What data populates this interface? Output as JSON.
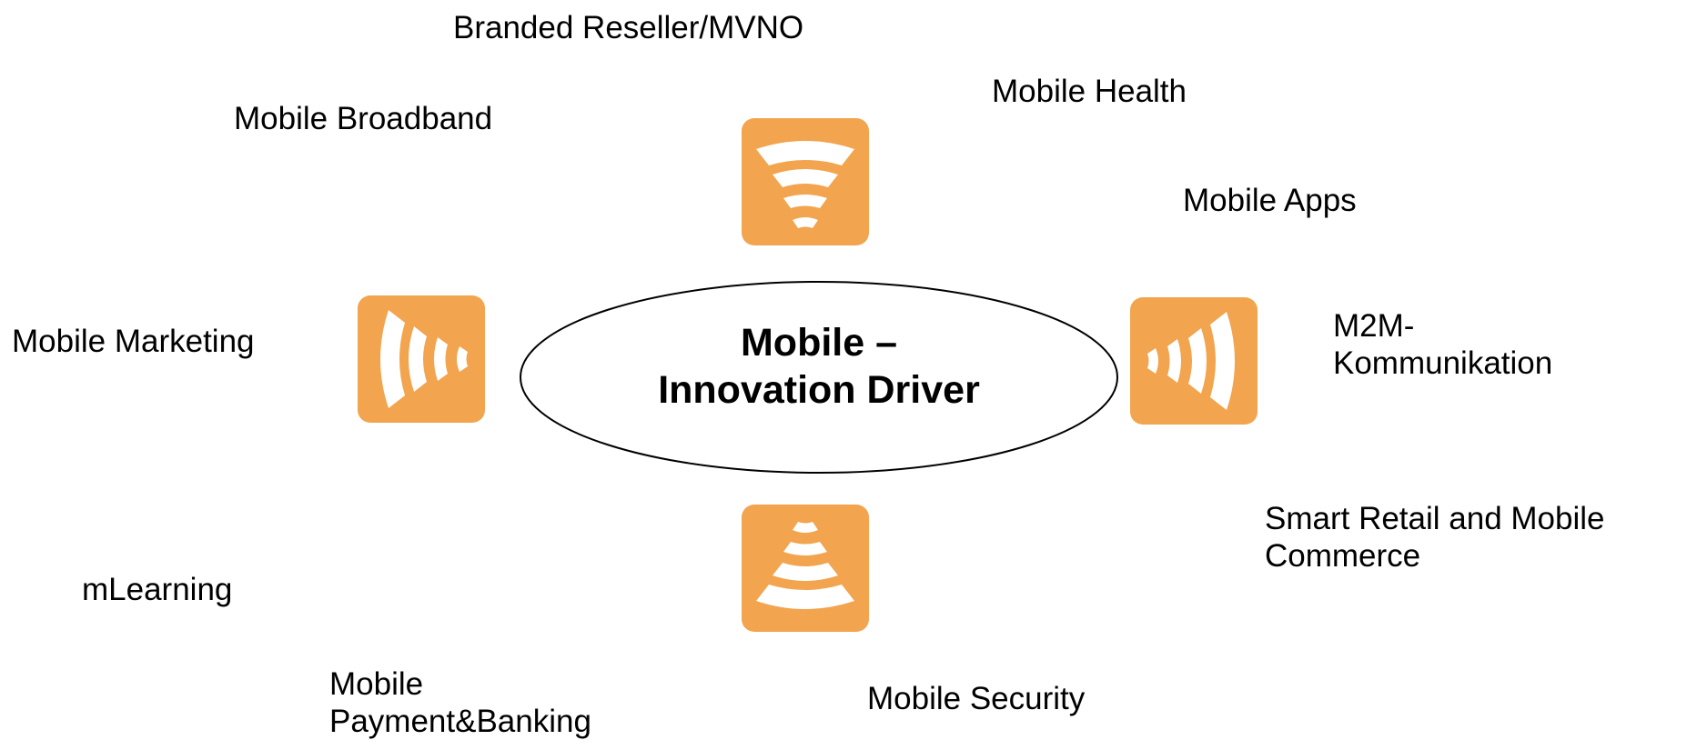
{
  "center": {
    "line1": "Mobile –",
    "line2": "Innovation Driver"
  },
  "topics": {
    "branded_reseller": "Branded Reseller/MVNO",
    "mobile_health": "Mobile Health",
    "mobile_broadband": "Mobile Broadband",
    "mobile_apps": "Mobile Apps",
    "mobile_marketing": "Mobile Marketing",
    "m2m_line1": "M2M-",
    "m2m_line2": "Kommunikation",
    "smart_retail_line1": "Smart Retail and Mobile",
    "smart_retail_line2": "Commerce",
    "mlearning": "mLearning",
    "payment_line1": "Mobile",
    "payment_line2": "Payment&Banking",
    "mobile_security": "Mobile Security"
  },
  "icons": {
    "top": "signal-waves-down-icon",
    "left": "signal-waves-left-icon",
    "right": "signal-waves-right-icon",
    "bottom": "signal-waves-up-icon"
  },
  "colors": {
    "icon_fill": "#F2A44E",
    "icon_wave": "#FFFFFF",
    "ellipse_stroke": "#000000"
  }
}
